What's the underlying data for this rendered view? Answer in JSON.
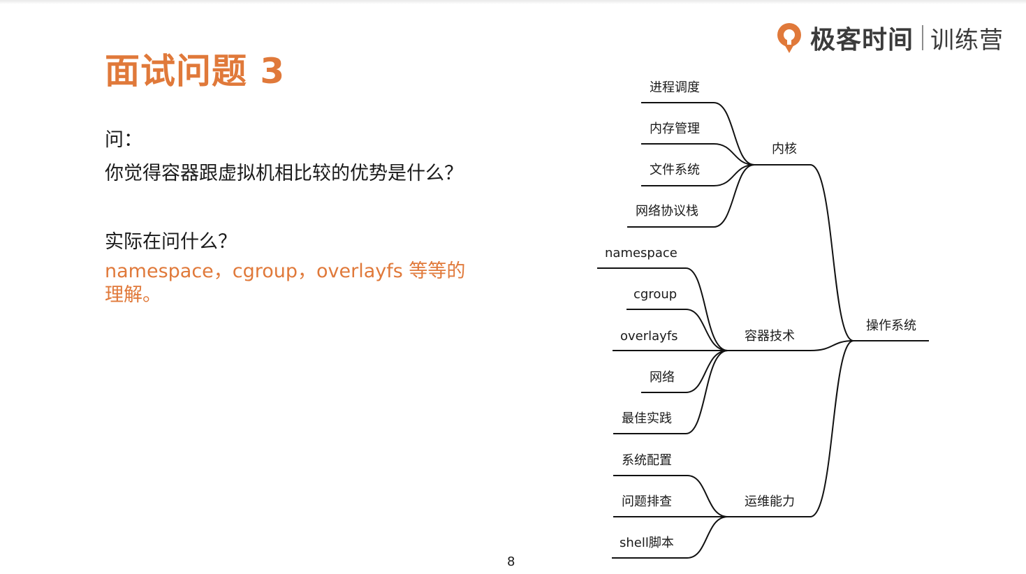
{
  "logo": {
    "brand": "极客时间",
    "sub": "训练营"
  },
  "title": "面试问题 3",
  "question_label": "问：",
  "question": "你觉得容器跟虚拟机相比较的优势是什么？",
  "asking_label": "实际在问什么？",
  "answer": "namespace，cgroup，overlayfs 等等的理解。",
  "page_number": "8",
  "colors": {
    "accent": "#e0793a",
    "text": "#1a1a1a",
    "line": "#111111"
  },
  "mindmap": {
    "root": "操作系统",
    "branches": [
      {
        "label": "内核",
        "children": [
          "进程调度",
          "内存管理",
          "文件系统",
          "网络协议栈"
        ]
      },
      {
        "label": "容器技术",
        "children": [
          "namespace",
          "cgroup",
          "overlayfs",
          "网络",
          "最佳实践"
        ]
      },
      {
        "label": "运维能力",
        "children": [
          "系统配置",
          "问题排查",
          "shell脚本"
        ]
      }
    ]
  }
}
